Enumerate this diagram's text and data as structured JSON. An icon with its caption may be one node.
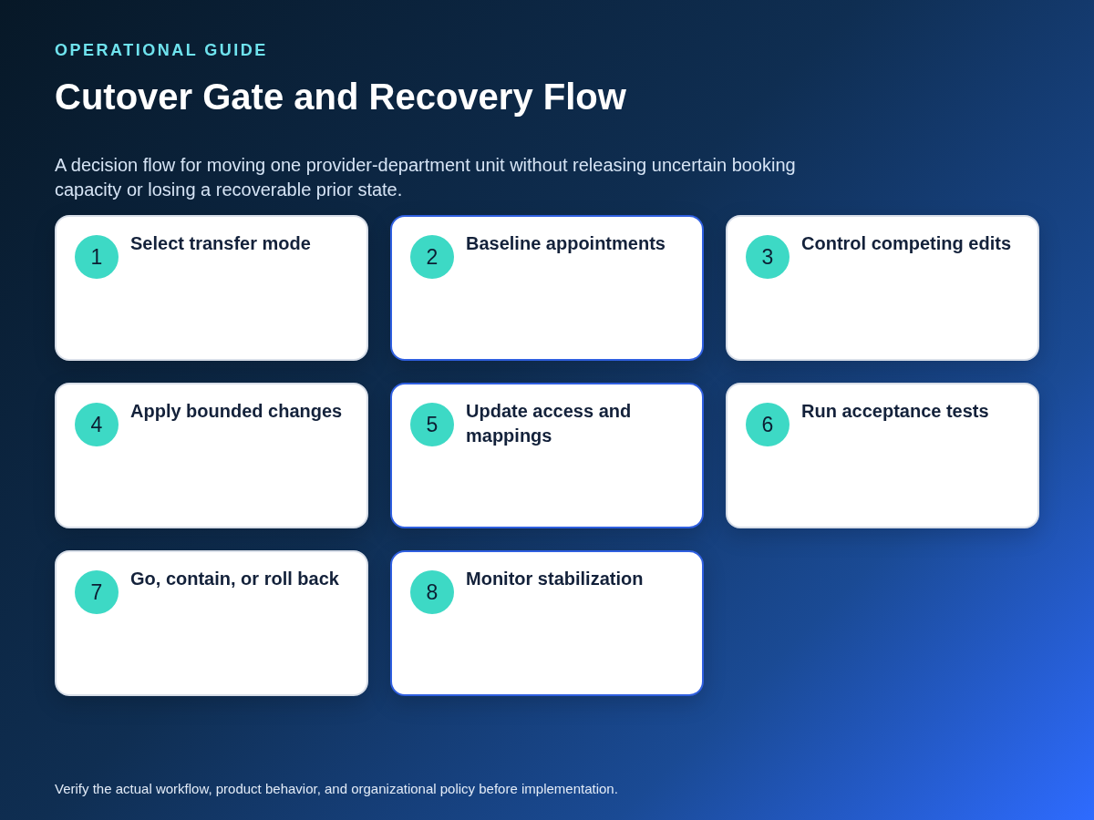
{
  "diagram": {
    "title": "Cutover Gate and Recovery Flow",
    "nodes": [
      {
        "text": [
          "1",
          "Select transfer mode"
        ]
      },
      {
        "text": [
          "2",
          "Baseline appointments"
        ]
      },
      {
        "text": [
          "3",
          "Control competing edits"
        ]
      },
      {
        "text": [
          "4",
          "Apply bounded changes"
        ]
      },
      {
        "text": [
          "5",
          "Update access and mappings"
        ]
      },
      {
        "text": [
          "6",
          "Run acceptance tests"
        ]
      },
      {
        "text": [
          "7",
          "Go, contain, or roll back"
        ]
      },
      {
        "text": [
          "8",
          "Monitor stabilization"
        ]
      }
    ],
    "labels": [
      "OPERATIONAL GUIDE",
      "A decision flow for moving one provider-department unit without releasing uncertain booking capacity or losing a recoverable prior state.",
      "Verify the actual workflow, product behavior, and organizational policy before implementation."
    ]
  }
}
